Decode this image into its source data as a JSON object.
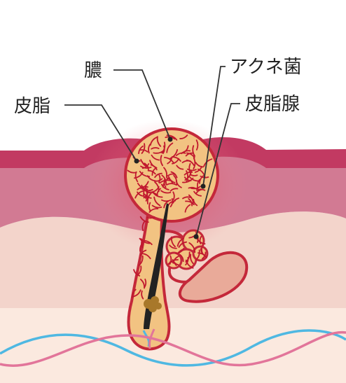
{
  "labels": {
    "pus": "膿",
    "sebum": "皮脂",
    "acne_bacteria": "アクネ菌",
    "sebaceous_gland": "皮脂腺"
  },
  "colors": {
    "epidermis_top": "#c23a62",
    "epidermis": "#d27a93",
    "dermis": "#f3d4cb",
    "subcutis": "#fbe9df",
    "sebum_fill": "#f2c382",
    "bacteria": "#c0182e",
    "follicle_outline": "#c4283a",
    "hair": "#222222",
    "nerve_blue": "#4fb8e2",
    "nerve_pink": "#e2759a",
    "gland_lobe": "#e9aa99",
    "leader_line": "#333333"
  }
}
